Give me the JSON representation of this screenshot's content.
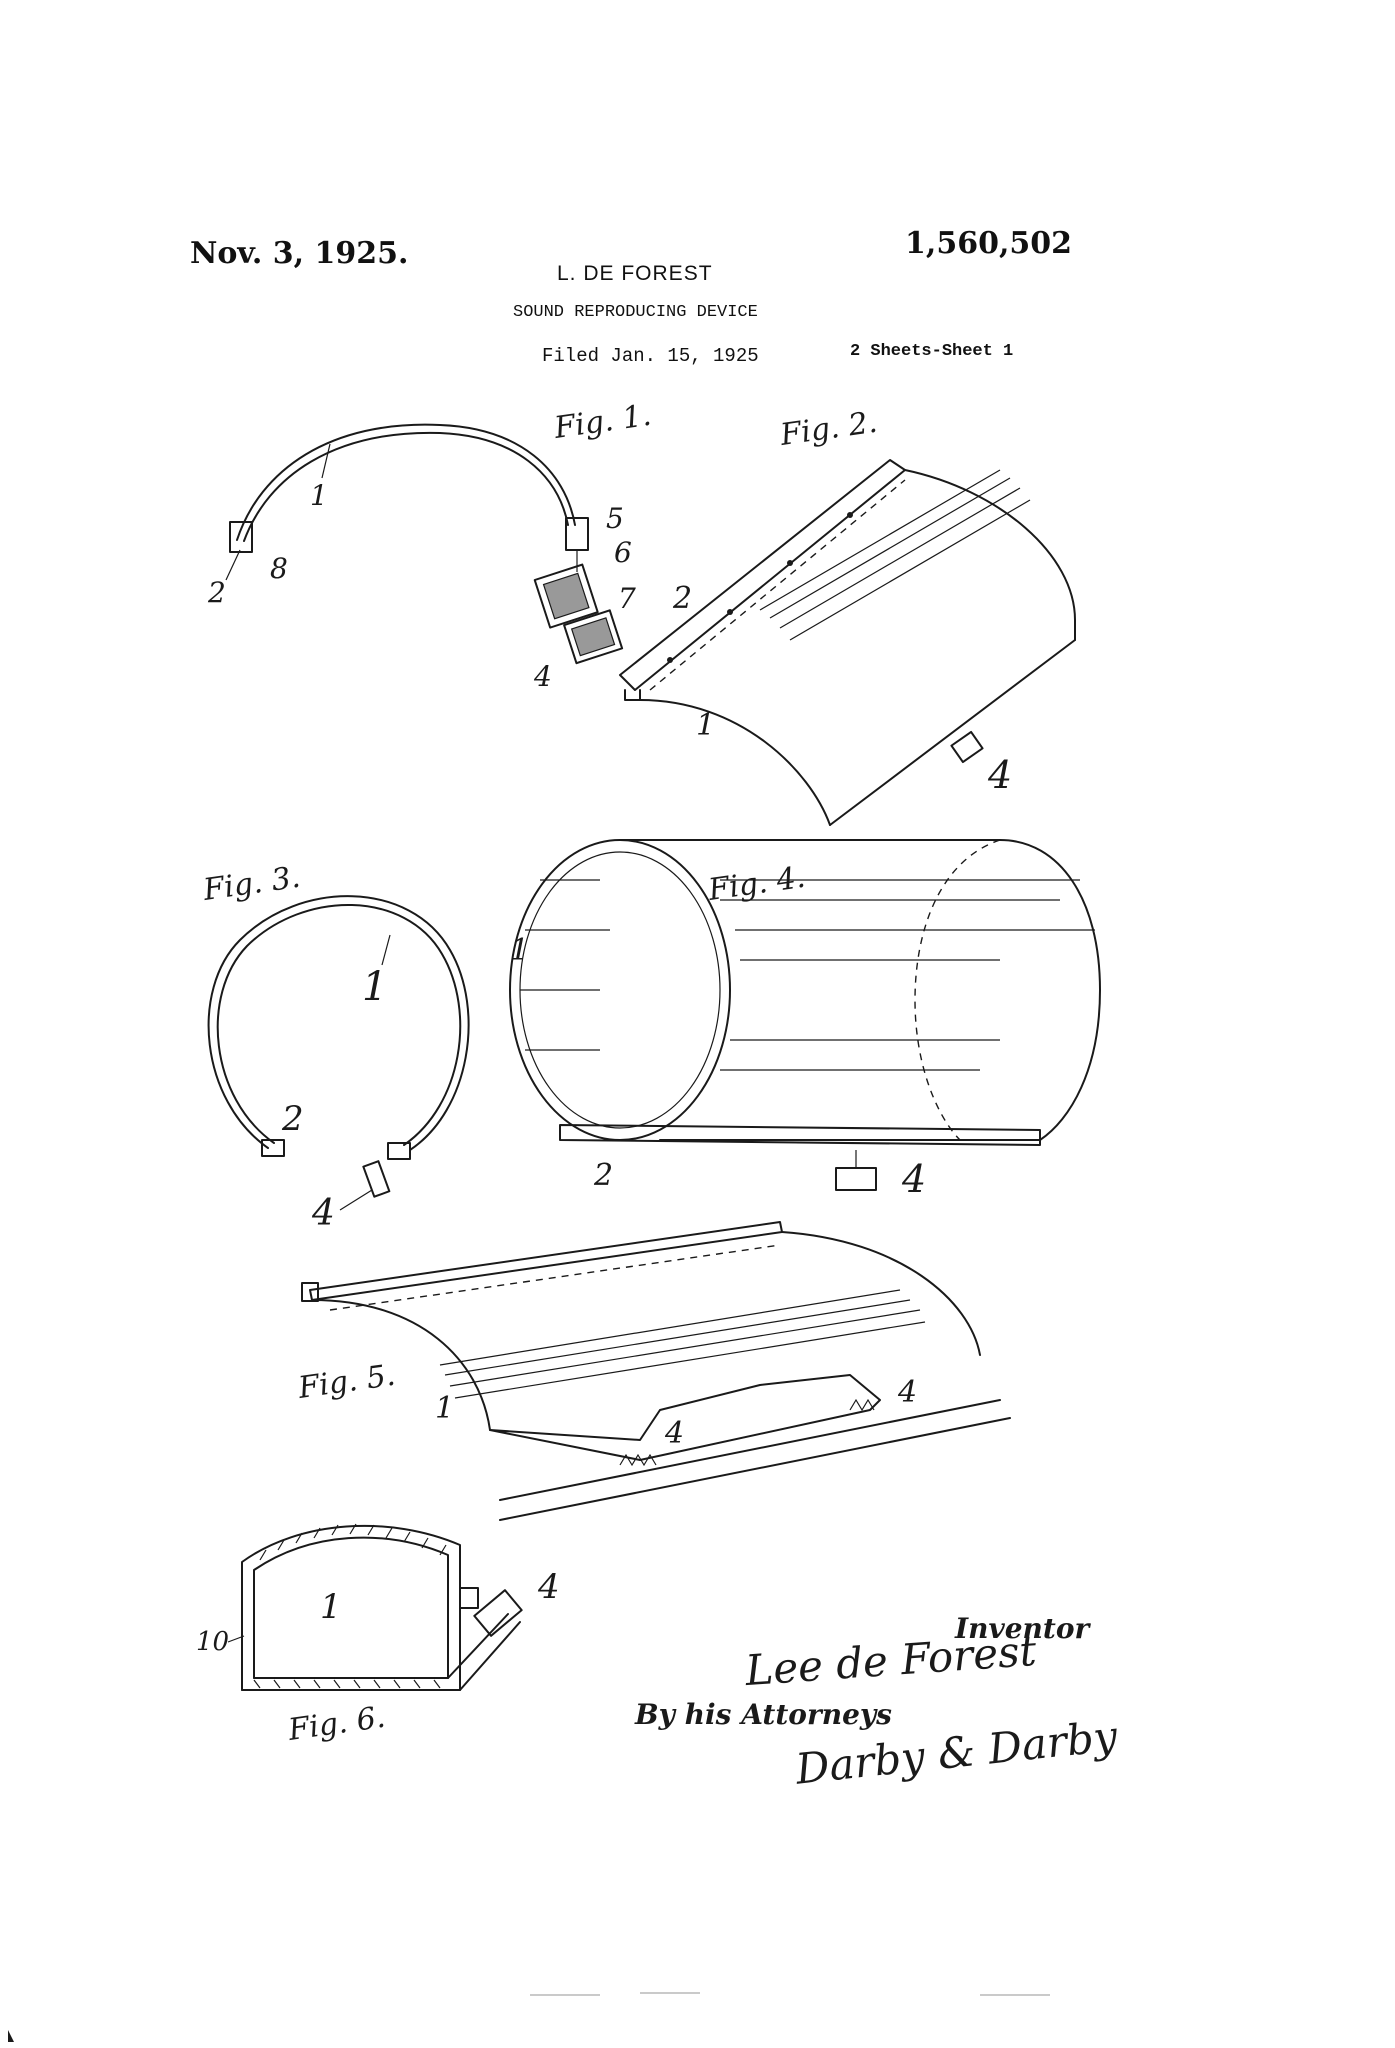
{
  "header": {
    "date": "Nov. 3, 1925.",
    "patent_number": "1,560,502",
    "inventor_name": "L. DE FOREST",
    "title": "SOUND REPRODUCING DEVICE",
    "filed": "Filed Jan. 15, 1925",
    "sheets": "2 Sheets-Sheet 1"
  },
  "figures": {
    "fig1": {
      "caption": "Fig. 1.",
      "labels": [
        "1",
        "2",
        "8",
        "5",
        "6",
        "7",
        "4"
      ]
    },
    "fig2": {
      "caption": "Fig. 2.",
      "labels": [
        "2",
        "1",
        "4"
      ]
    },
    "fig3": {
      "caption": "Fig. 3.",
      "labels": [
        "1",
        "2",
        "4"
      ]
    },
    "fig4": {
      "caption": "Fig. 4.",
      "labels": [
        "1",
        "2",
        "4"
      ]
    },
    "fig5": {
      "caption": "Fig. 5.",
      "labels": [
        "1",
        "4",
        "4"
      ]
    },
    "fig6": {
      "caption": "Fig. 6.",
      "labels": [
        "1",
        "4",
        "10"
      ]
    }
  },
  "signature": {
    "inventor_caption": "Inventor",
    "inventor_signature": "Lee de Forest",
    "by_line": "By his Attorneys",
    "attorney_signature": "Darby & Darby"
  }
}
